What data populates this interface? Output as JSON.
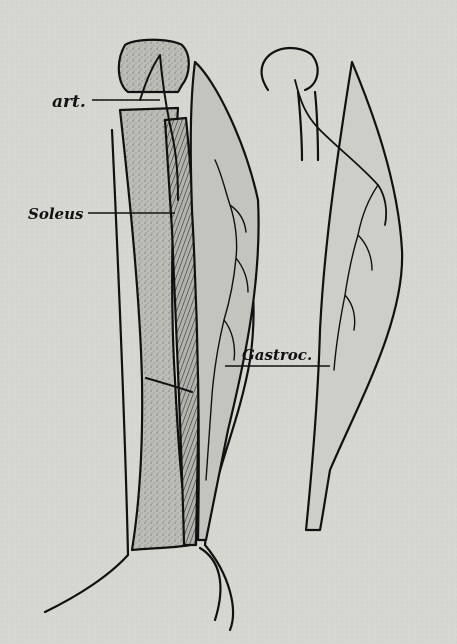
{
  "figure": {
    "labels": {
      "artery": "art.",
      "soleus": "Soleus",
      "gastrocnemius": "Gastroc."
    },
    "colors": {
      "paper": "#d7d7d2",
      "ink": "#111111",
      "bone_fill": "#bdbdb7",
      "muscle_fill": "#a9a9a3"
    }
  }
}
